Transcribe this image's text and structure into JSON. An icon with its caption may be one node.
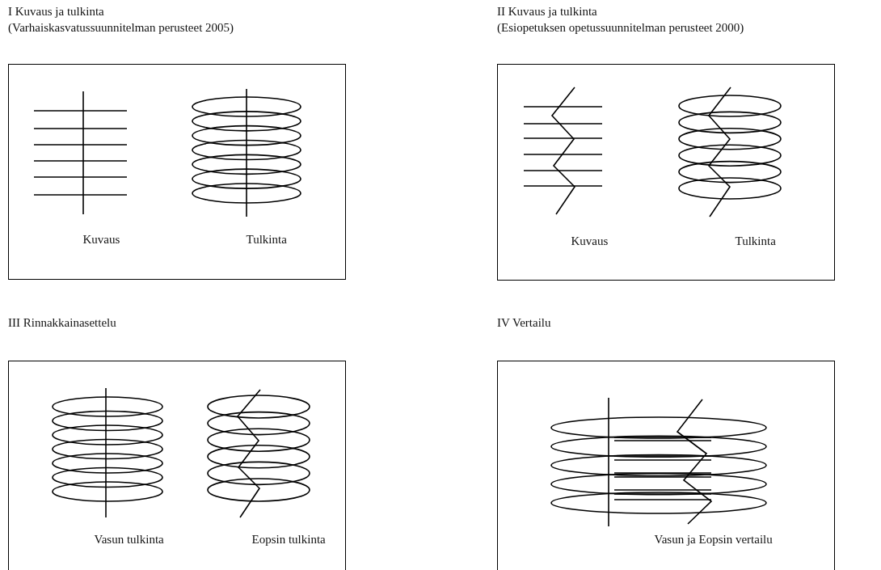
{
  "diagram": {
    "nodes": [
      {
        "text": [
          "I Kuvaus ja tulkinta",
          "(Varhaiskasvatussuunnitelman perusteet 2005)"
        ]
      },
      {
        "text": [
          "Kuvaus"
        ],
        "in": 0
      },
      {
        "text": [
          "Tulkinta"
        ],
        "in": 0
      },
      {
        "text": [
          "II Kuvaus ja tulkinta",
          "(Esiopetuksen opetussuunnitelman perusteet 2000)"
        ]
      },
      {
        "text": [
          "Kuvaus"
        ],
        "in": 3
      },
      {
        "text": [
          "Tulkinta"
        ],
        "in": 3
      },
      {
        "text": [
          "III Rinnakkainasettelu"
        ]
      },
      {
        "text": [
          "Vasun tulkinta"
        ],
        "in": 6
      },
      {
        "text": [
          "Eopsin tulkinta"
        ],
        "in": 6
      },
      {
        "text": [
          "IV Vertailu"
        ]
      },
      {
        "text": [
          "Vasun ja Eopsin vertailu"
        ],
        "in": 9
      }
    ]
  }
}
